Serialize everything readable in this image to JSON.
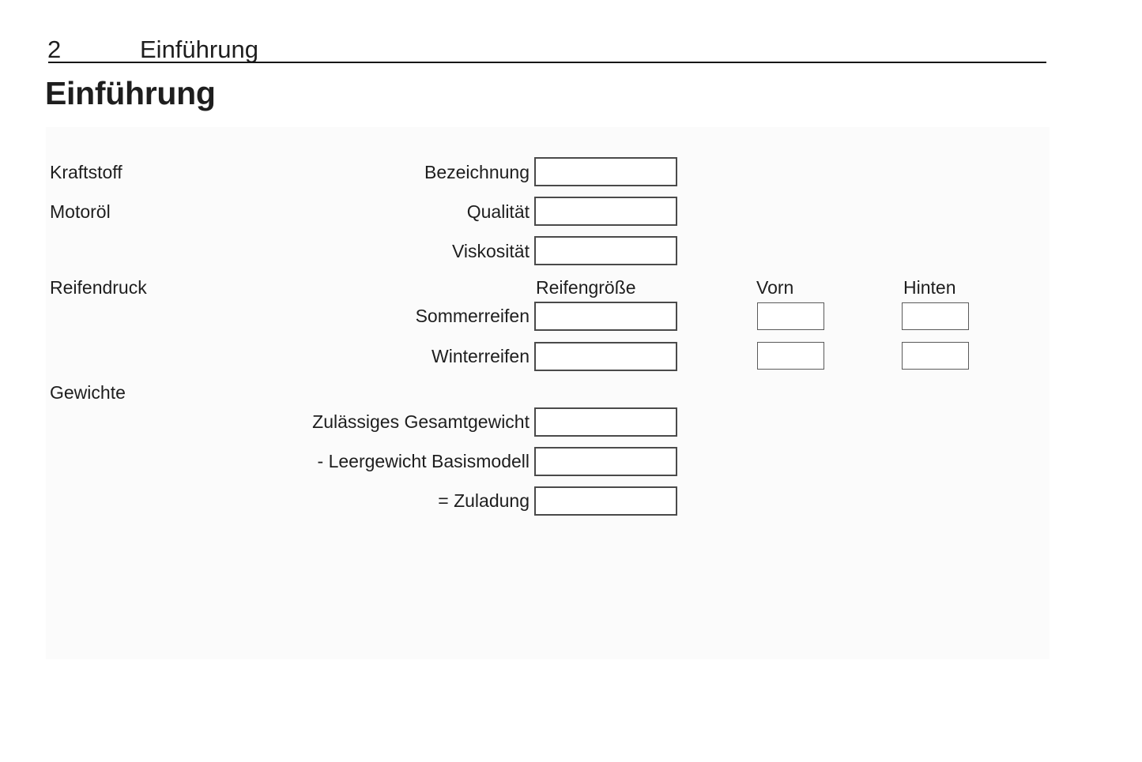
{
  "header": {
    "page_number": "2",
    "chapter": "Einführung"
  },
  "title": "Einführung",
  "sections": {
    "kraftstoff": "Kraftstoff",
    "motoroel": "Motoröl",
    "reifendruck": "Reifendruck",
    "gewichte": "Gewichte"
  },
  "tire_columns": {
    "groesse": "Reifengröße",
    "vorn": "Vorn",
    "hinten": "Hinten"
  },
  "fields": {
    "bezeichnung": {
      "label": "Bezeichnung",
      "value": "",
      "placeholder": ""
    },
    "qualitaet": {
      "label": "Qualität",
      "value": "",
      "placeholder": ""
    },
    "viskositaet": {
      "label": "Viskosität",
      "value": "",
      "placeholder": ""
    },
    "sommerreifen": {
      "label": "Sommerreifen",
      "groesse": "",
      "vorn": "",
      "hinten": ""
    },
    "winterreifen": {
      "label": "Winterreifen",
      "groesse": "",
      "vorn": "",
      "hinten": ""
    },
    "gesamtgewicht": {
      "label": "Zulässiges Gesamtgewicht",
      "value": "",
      "placeholder": ""
    },
    "leergewicht": {
      "label": "- Leergewicht Basismodell",
      "value": "",
      "placeholder": ""
    },
    "zuladung": {
      "label": "= Zuladung",
      "value": "",
      "placeholder": ""
    }
  },
  "colors": {
    "text": "#1e1e1e",
    "rule": "#161616",
    "panel_bg": "#fbfbfb",
    "box_border_large": "#4a4a4a",
    "box_border_small": "#5a5a5a",
    "box_bg": "#ffffff"
  }
}
